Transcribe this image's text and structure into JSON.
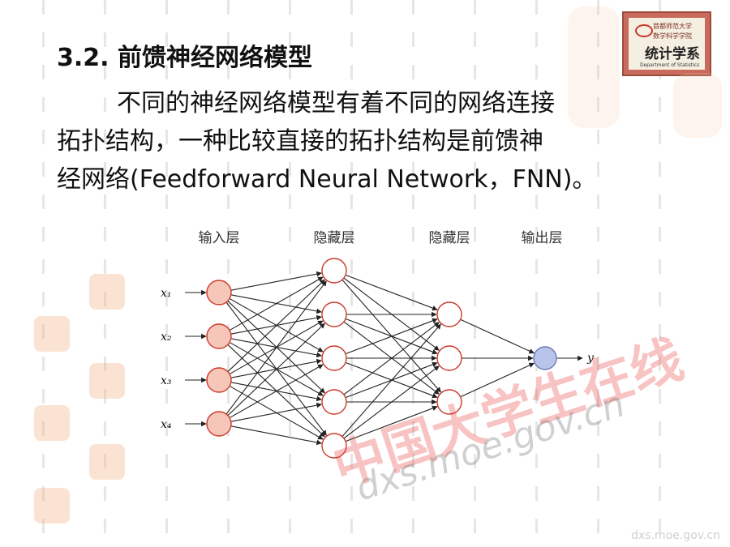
{
  "slide": {
    "title": "3.2. 前馈神经网络模型",
    "paragraph_line1": "不同的神经网络模型有着不同的网络连接",
    "paragraph_line2": "拓扑结构，一种比较直接的拓扑结构是前馈神",
    "paragraph_line3": "经网络(Feedforward Neural Network，FNN)。"
  },
  "logo": {
    "line1": "首都师范大学",
    "line2": "数学科学学院",
    "line3": "统计学系",
    "line4": "Department of Statistics"
  },
  "diagram": {
    "layer_labels": [
      "输入层",
      "隐藏层",
      "隐藏层",
      "输出层"
    ],
    "input_labels": [
      "x₁",
      "x₂",
      "x₃",
      "x₄"
    ],
    "output_label": "y",
    "layer_sizes": [
      4,
      5,
      3,
      1
    ],
    "colors": {
      "node_stroke": "#cc3a2a",
      "input_fill": "#f6c7b8",
      "hidden_fill": "#ffffff",
      "output_fill": "#b9c4ea",
      "edge": "#222222"
    }
  },
  "watermarks": {
    "site_cn": "中国大学生在线",
    "site_url": "dxs.moe.gov.cn",
    "footer": "dxs.moe.gov.cn"
  }
}
